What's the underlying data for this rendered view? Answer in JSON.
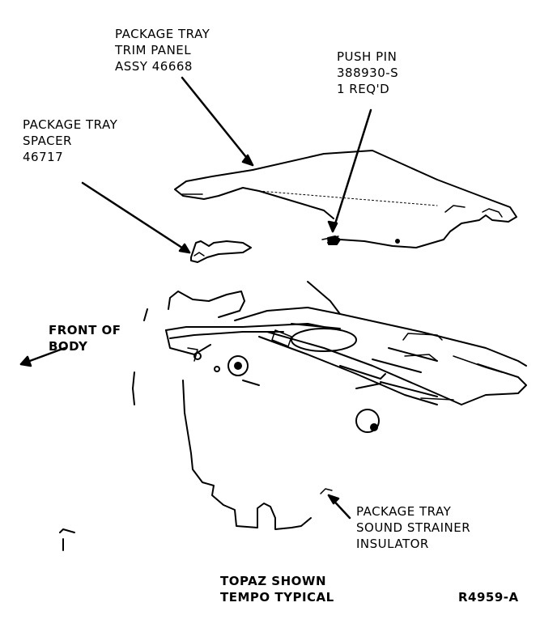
{
  "labels": {
    "trim_panel": [
      "PACKAGE TRAY",
      "TRIM PANEL",
      "ASSY 46668"
    ],
    "push_pin": [
      "PUSH PIN",
      "388930-S",
      "1 REQ'D"
    ],
    "spacer": [
      "PACKAGE TRAY",
      "SPACER",
      "46717"
    ],
    "front": [
      "FRONT OF",
      "BODY"
    ],
    "insulator": [
      "PACKAGE TRAY",
      "SOUND STRAINER",
      "INSULATOR"
    ]
  },
  "caption": [
    "TOPAZ SHOWN",
    "TEMPO TYPICAL"
  ],
  "figure_id": "R4959-A"
}
